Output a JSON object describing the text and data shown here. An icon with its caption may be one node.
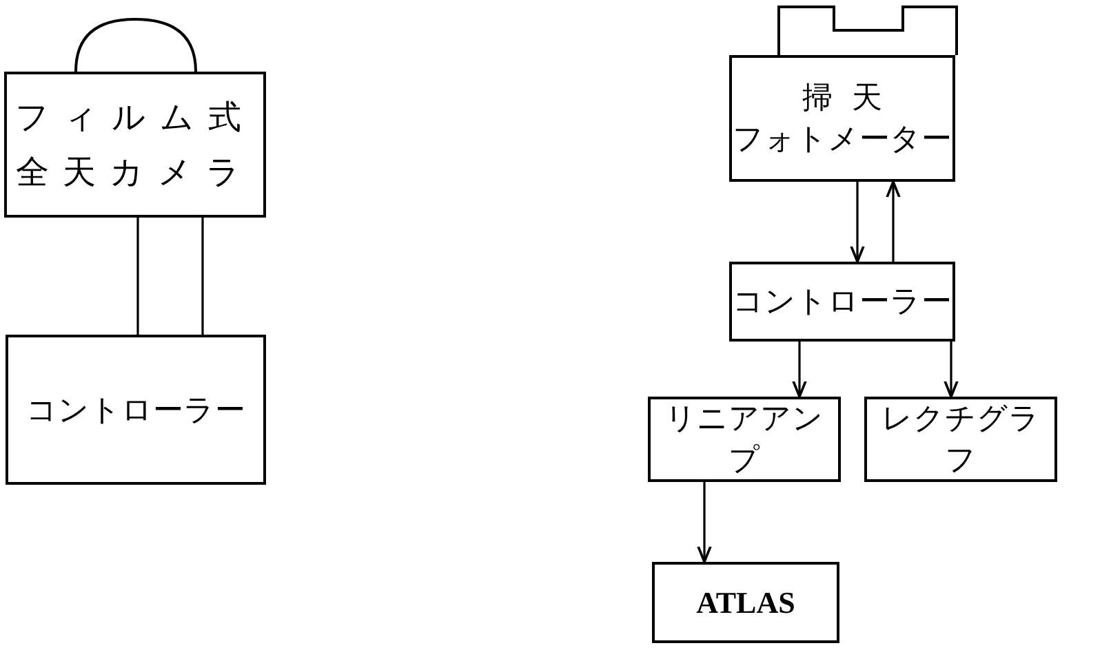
{
  "diagram": {
    "nodes": [
      {
        "text": [
          "フィルム式全天カメラ"
        ]
      },
      {
        "text": [
          "コントローラー"
        ]
      },
      {
        "text": [
          "掃天",
          "フォトメーター"
        ]
      },
      {
        "text": [
          "コントローラー"
        ]
      },
      {
        "text": [
          "リニアアンプ"
        ]
      },
      {
        "text": [
          "レクチグラフ"
        ]
      },
      {
        "text": [
          "ATLAS"
        ]
      }
    ],
    "edges": [
      {
        "from": 0,
        "to": 1,
        "arrow": "none"
      },
      {
        "from": 2,
        "to": 3,
        "arrow": "to"
      },
      {
        "from": 3,
        "to": 2,
        "arrow": "to"
      },
      {
        "from": 3,
        "to": 4,
        "arrow": "to"
      },
      {
        "from": 3,
        "to": 5,
        "arrow": "to"
      },
      {
        "from": 4,
        "to": 6,
        "arrow": "to"
      }
    ]
  }
}
